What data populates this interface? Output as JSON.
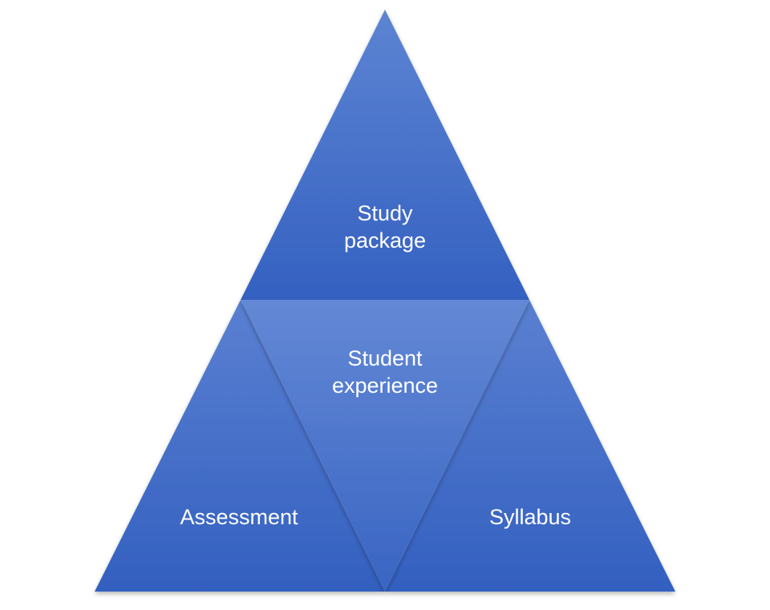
{
  "diagram": {
    "top": {
      "lines": [
        "Study",
        "package"
      ]
    },
    "center": {
      "lines": [
        "Student",
        "experience"
      ]
    },
    "left": {
      "lines": [
        "Assessment"
      ]
    },
    "right": {
      "lines": [
        "Syllabus"
      ]
    }
  },
  "colors": {
    "fill_light": "#5b82d2",
    "fill_dark": "#3461c1",
    "center_light": "#6186d4",
    "center_dark": "#3a66c4",
    "edge": "#2c55ad",
    "text": "#ffffff"
  }
}
